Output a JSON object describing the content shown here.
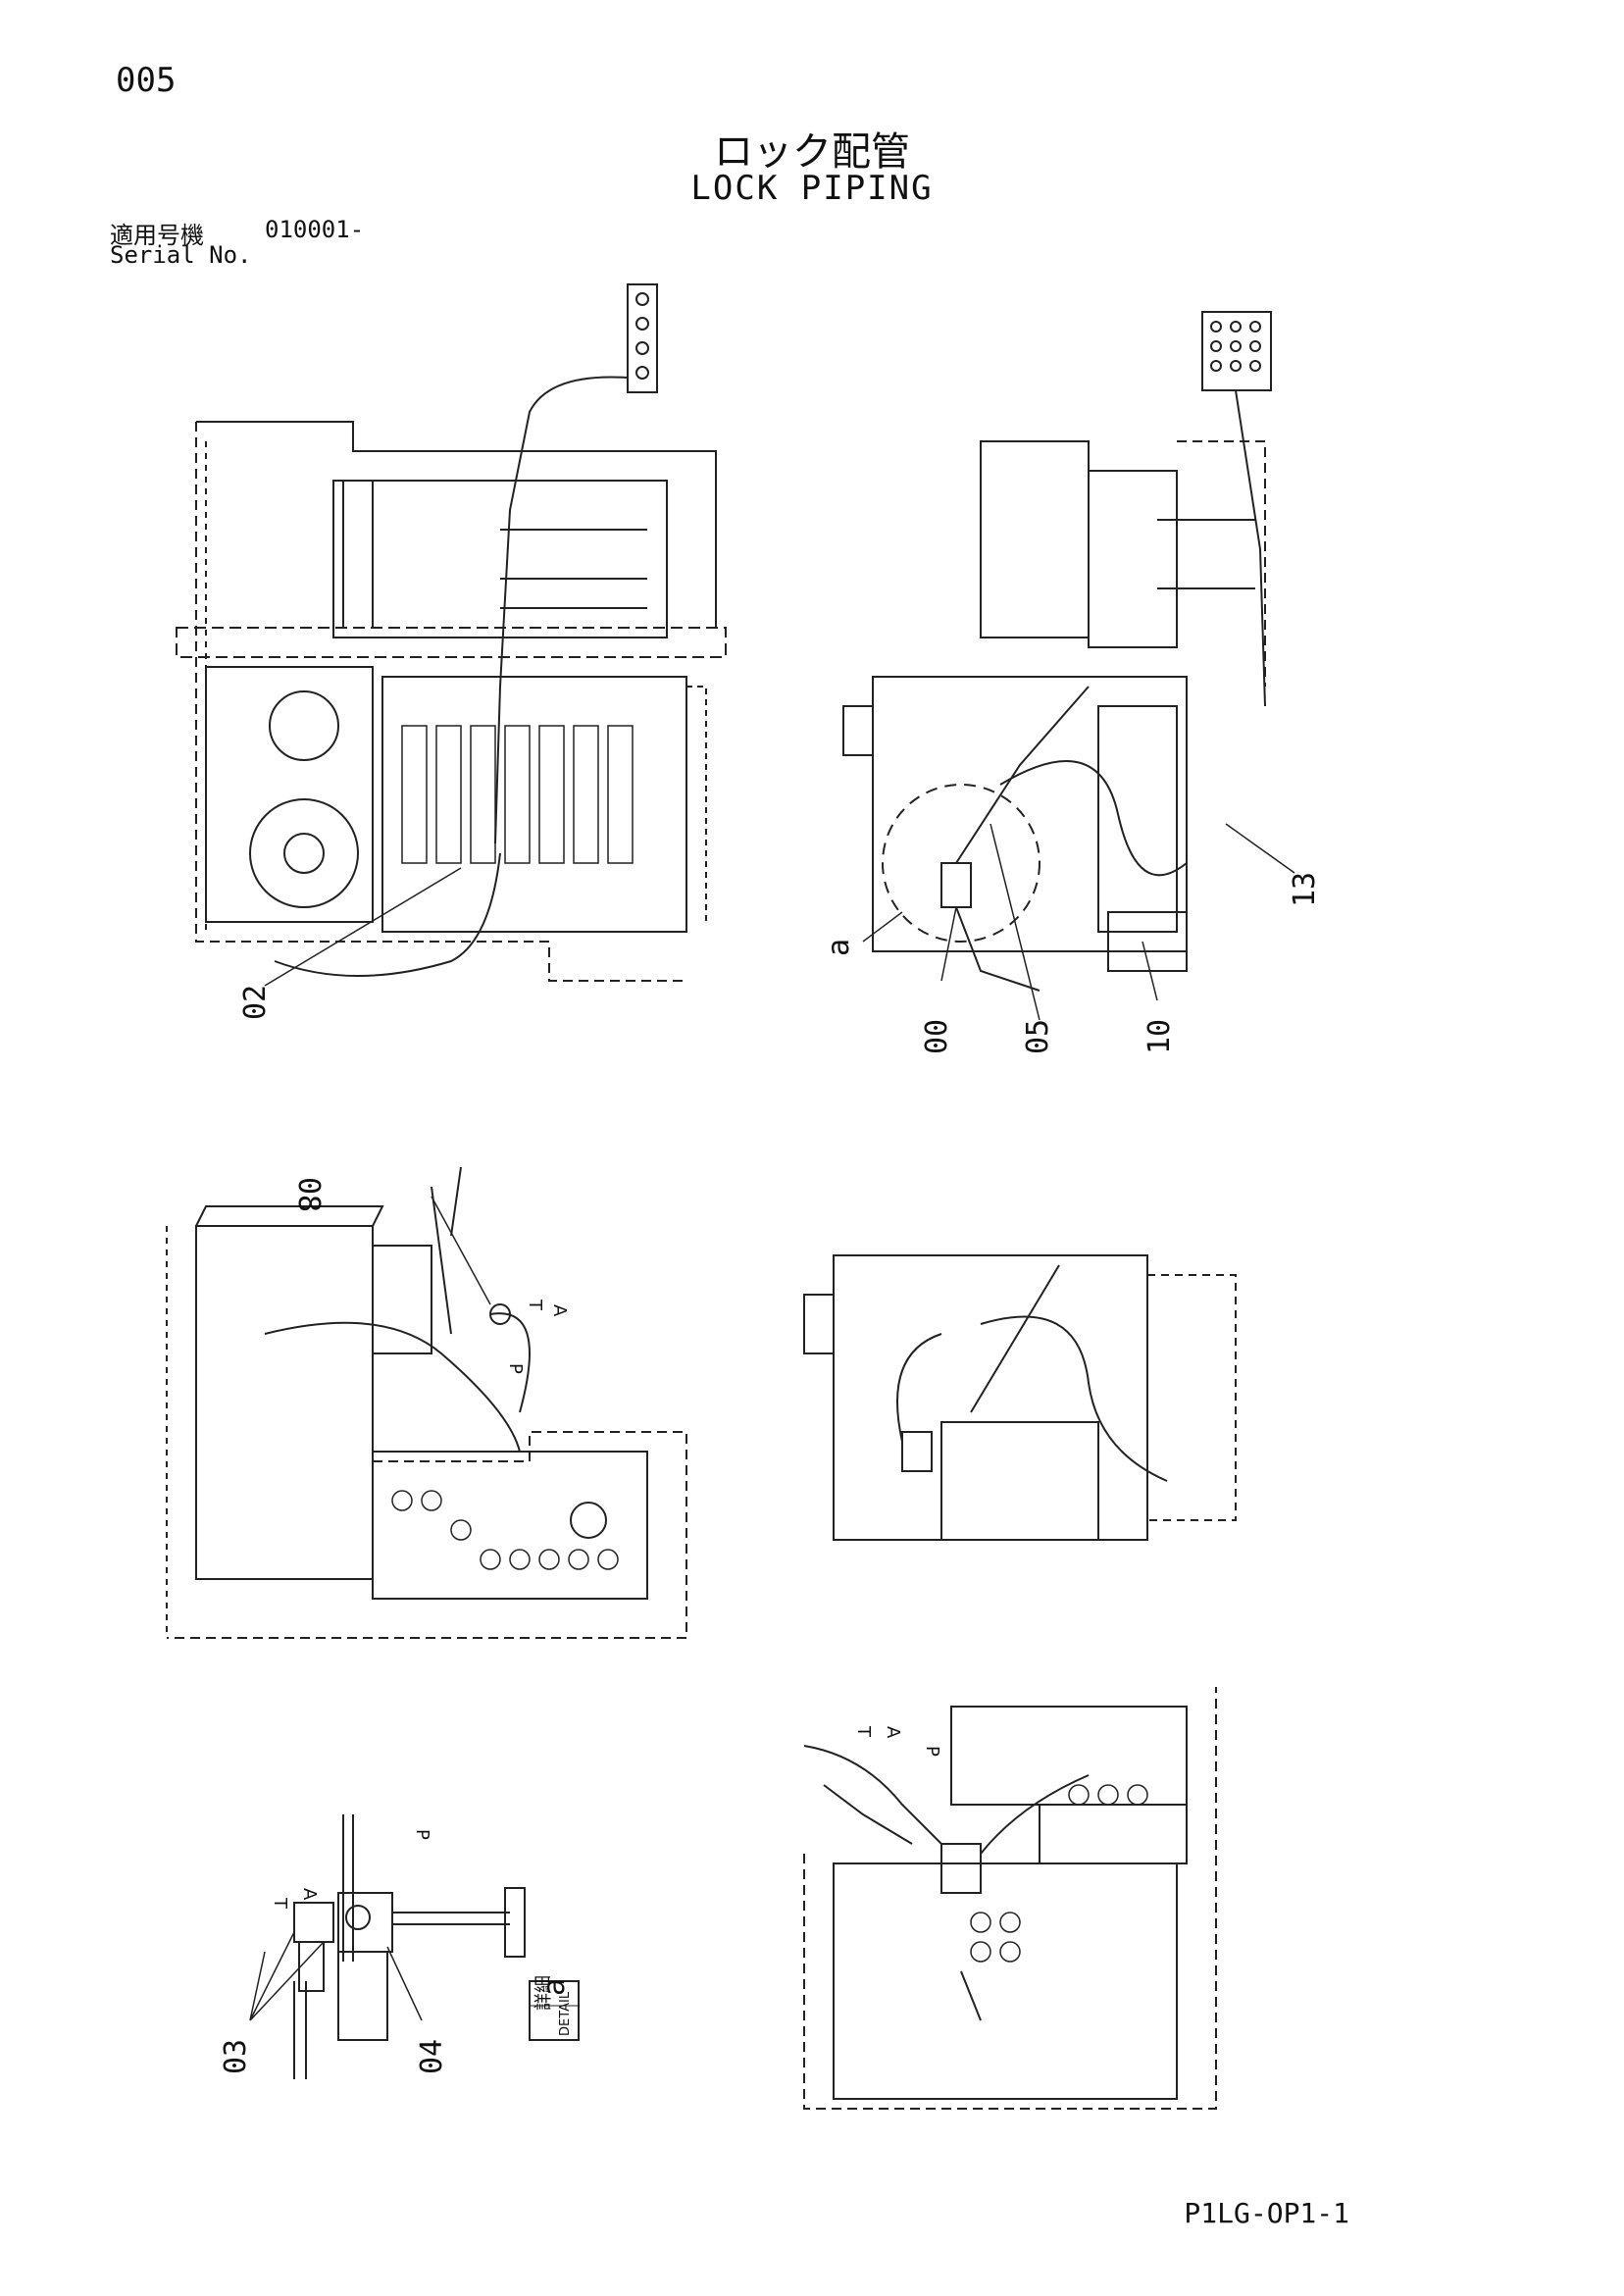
{
  "page_number": "005",
  "title_jp": "ロック配管",
  "title_en": "LOCK PIPING",
  "serial": {
    "label_jp": "適用号機",
    "value": "010001-",
    "label_en": "Serial No."
  },
  "callouts": {
    "c02": "02",
    "c00": "00",
    "c05": "05",
    "c10": "10",
    "c13": "13",
    "c08": "08",
    "c03": "03",
    "c04": "04",
    "a_top": "a",
    "a_detail": "a"
  },
  "port_labels": {
    "t1": "T",
    "a1": "A",
    "p1": "P",
    "t2": "T",
    "a2": "A",
    "p2": "P",
    "t3": "T",
    "a3": "A",
    "p3": "P"
  },
  "detail_box": {
    "jp": "詳細",
    "en": "DETAIL",
    "letter": "a"
  },
  "drawing_code": "P1LG-OP1-1"
}
